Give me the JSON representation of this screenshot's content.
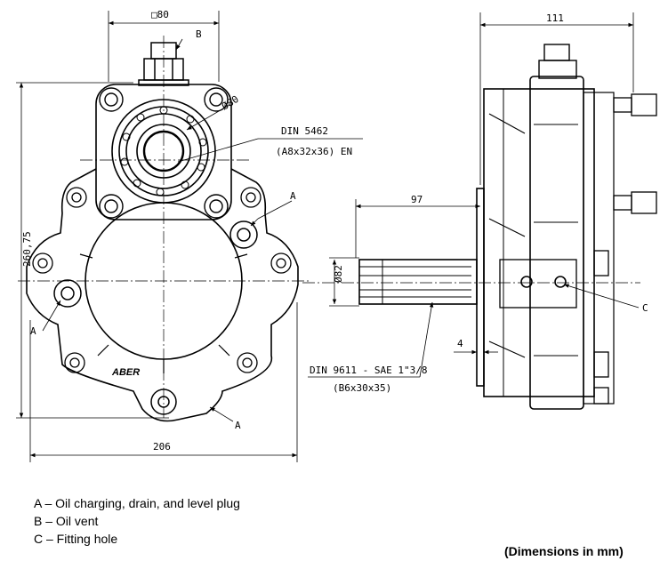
{
  "drawing": {
    "front_view": {
      "dim_top": "□80",
      "dim_bore": "Ø80",
      "dim_height": "260,75",
      "dim_width": "206",
      "spec_line1": "DIN 5462",
      "spec_line2": "(A8x32x36) EN",
      "label_A1": "A",
      "label_A2": "A",
      "label_A3": "A",
      "label_B": "B",
      "brand": "ABER"
    },
    "side_view": {
      "dim_width": "111",
      "dim_shaft_len": "97",
      "dim_shaft_dia": "Ø82",
      "dim_offset": "4",
      "spec_line1": "DIN 9611 - SAE 1\"3/8",
      "spec_line2": "(B6x30x35)",
      "label_C": "C"
    }
  },
  "legend": {
    "items": [
      "A – Oil charging, drain, and level plug",
      "B – Oil vent",
      "C – Fitting hole"
    ],
    "units": "(Dimensions in mm)"
  }
}
